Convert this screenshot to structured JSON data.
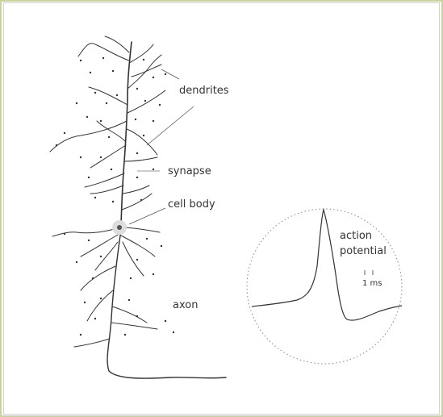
{
  "labels": {
    "dendrites": "dendrites",
    "synapse": "synapse",
    "cell_body": "cell body",
    "axon": "axon",
    "action_potential_line1": "action",
    "action_potential_line2": "potential",
    "time_scale": "1 ms"
  },
  "colors": {
    "frame_border": "#c9d39a",
    "stroke": "#333333",
    "highlight": "#bbbbbb"
  }
}
